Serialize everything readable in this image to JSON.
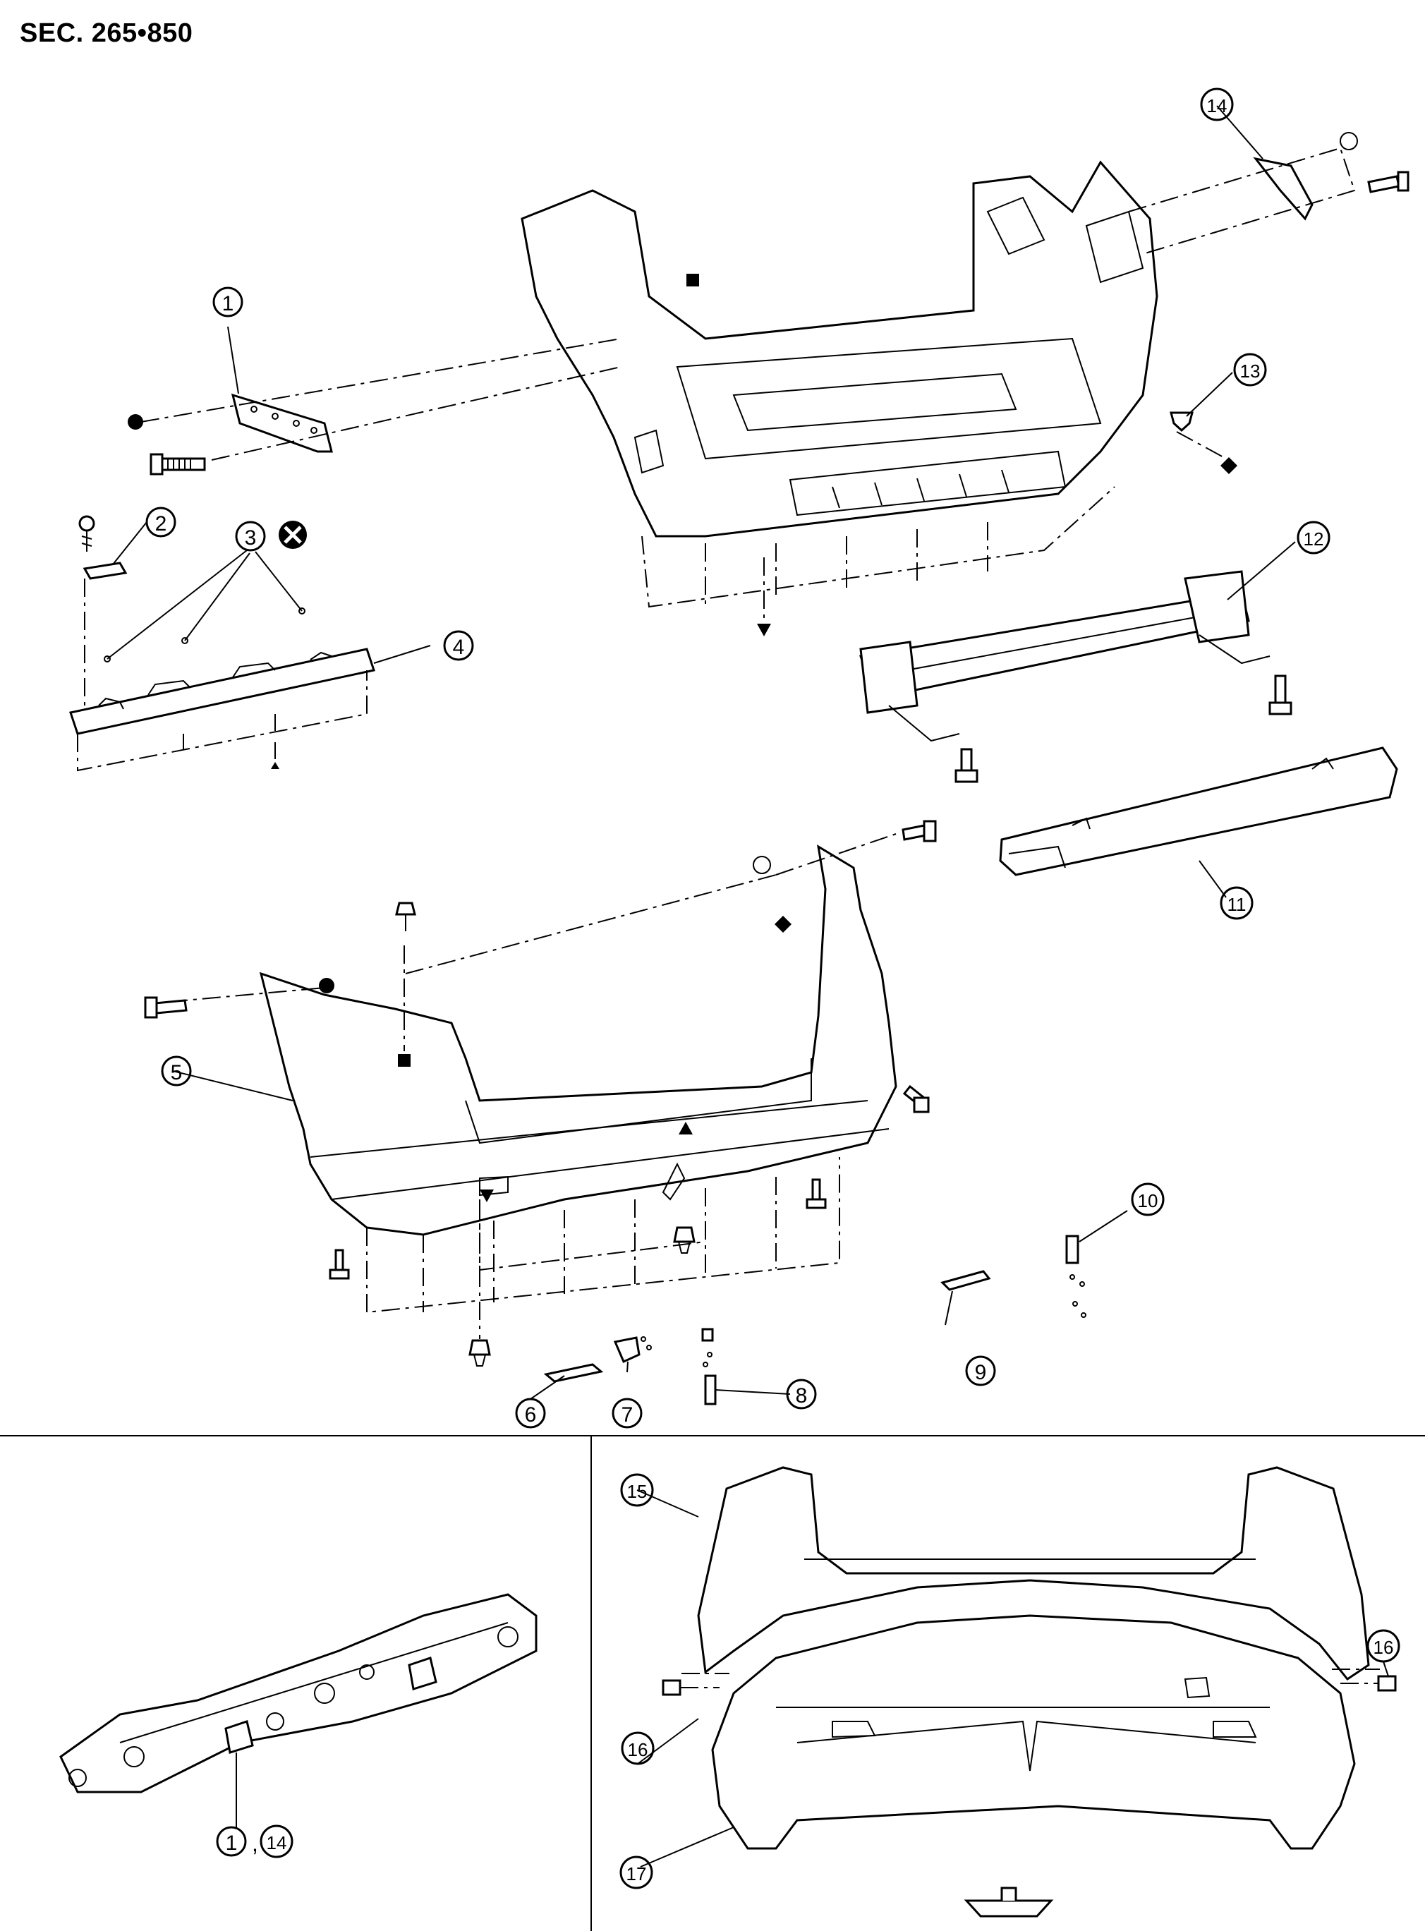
{
  "section_title": "SEC. 265•850",
  "callouts": [
    {
      "id": "c1",
      "label": "1"
    },
    {
      "id": "c2",
      "label": "2"
    },
    {
      "id": "c3",
      "label": "3"
    },
    {
      "id": "c4",
      "label": "4"
    },
    {
      "id": "c5",
      "label": "5"
    },
    {
      "id": "c6",
      "label": "6"
    },
    {
      "id": "c7",
      "label": "7"
    },
    {
      "id": "c8",
      "label": "8"
    },
    {
      "id": "c9",
      "label": "9"
    },
    {
      "id": "c10",
      "label": "10"
    },
    {
      "id": "c11",
      "label": "11"
    },
    {
      "id": "c12",
      "label": "12"
    },
    {
      "id": "c13",
      "label": "13"
    },
    {
      "id": "c14",
      "label": "14"
    },
    {
      "id": "c15",
      "label": "15"
    },
    {
      "id": "c16a",
      "label": "16"
    },
    {
      "id": "c16b",
      "label": "16"
    },
    {
      "id": "c17",
      "label": "17"
    },
    {
      "id": "c1b",
      "label": "1"
    },
    {
      "id": "c14b",
      "label": "14"
    }
  ],
  "detail_label_separator": ",",
  "symbols": {
    "no_reuse": "✕",
    "circle_filled": "●",
    "circle_open": "○",
    "square": "■",
    "diamond": "◆",
    "triangle_up": "▲",
    "triangle_down": "▼",
    "arrow_icon": "front-arrow-icon"
  }
}
